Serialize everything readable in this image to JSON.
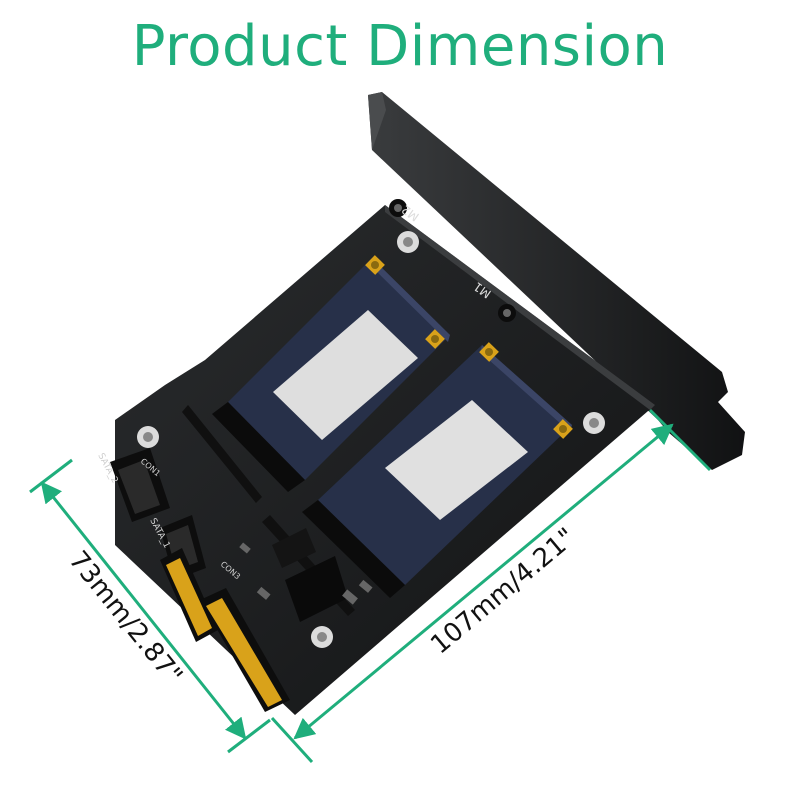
{
  "title": "Product Dimension",
  "colors": {
    "accent": "#1fae7c",
    "board": "#1b1d1f",
    "bracket": "#222426",
    "ssd_pcb": "#2a3350",
    "gold": "#d9a21a"
  },
  "labels": {
    "height_dim": "73mm/2.87\"",
    "width_dim": "107mm/4.21\"",
    "slot_m1": "M1",
    "slot_m2": "M2",
    "con1": "CON1",
    "con3": "CON3",
    "sata_1": "SATA_1",
    "sata_2": "SATA_2"
  }
}
